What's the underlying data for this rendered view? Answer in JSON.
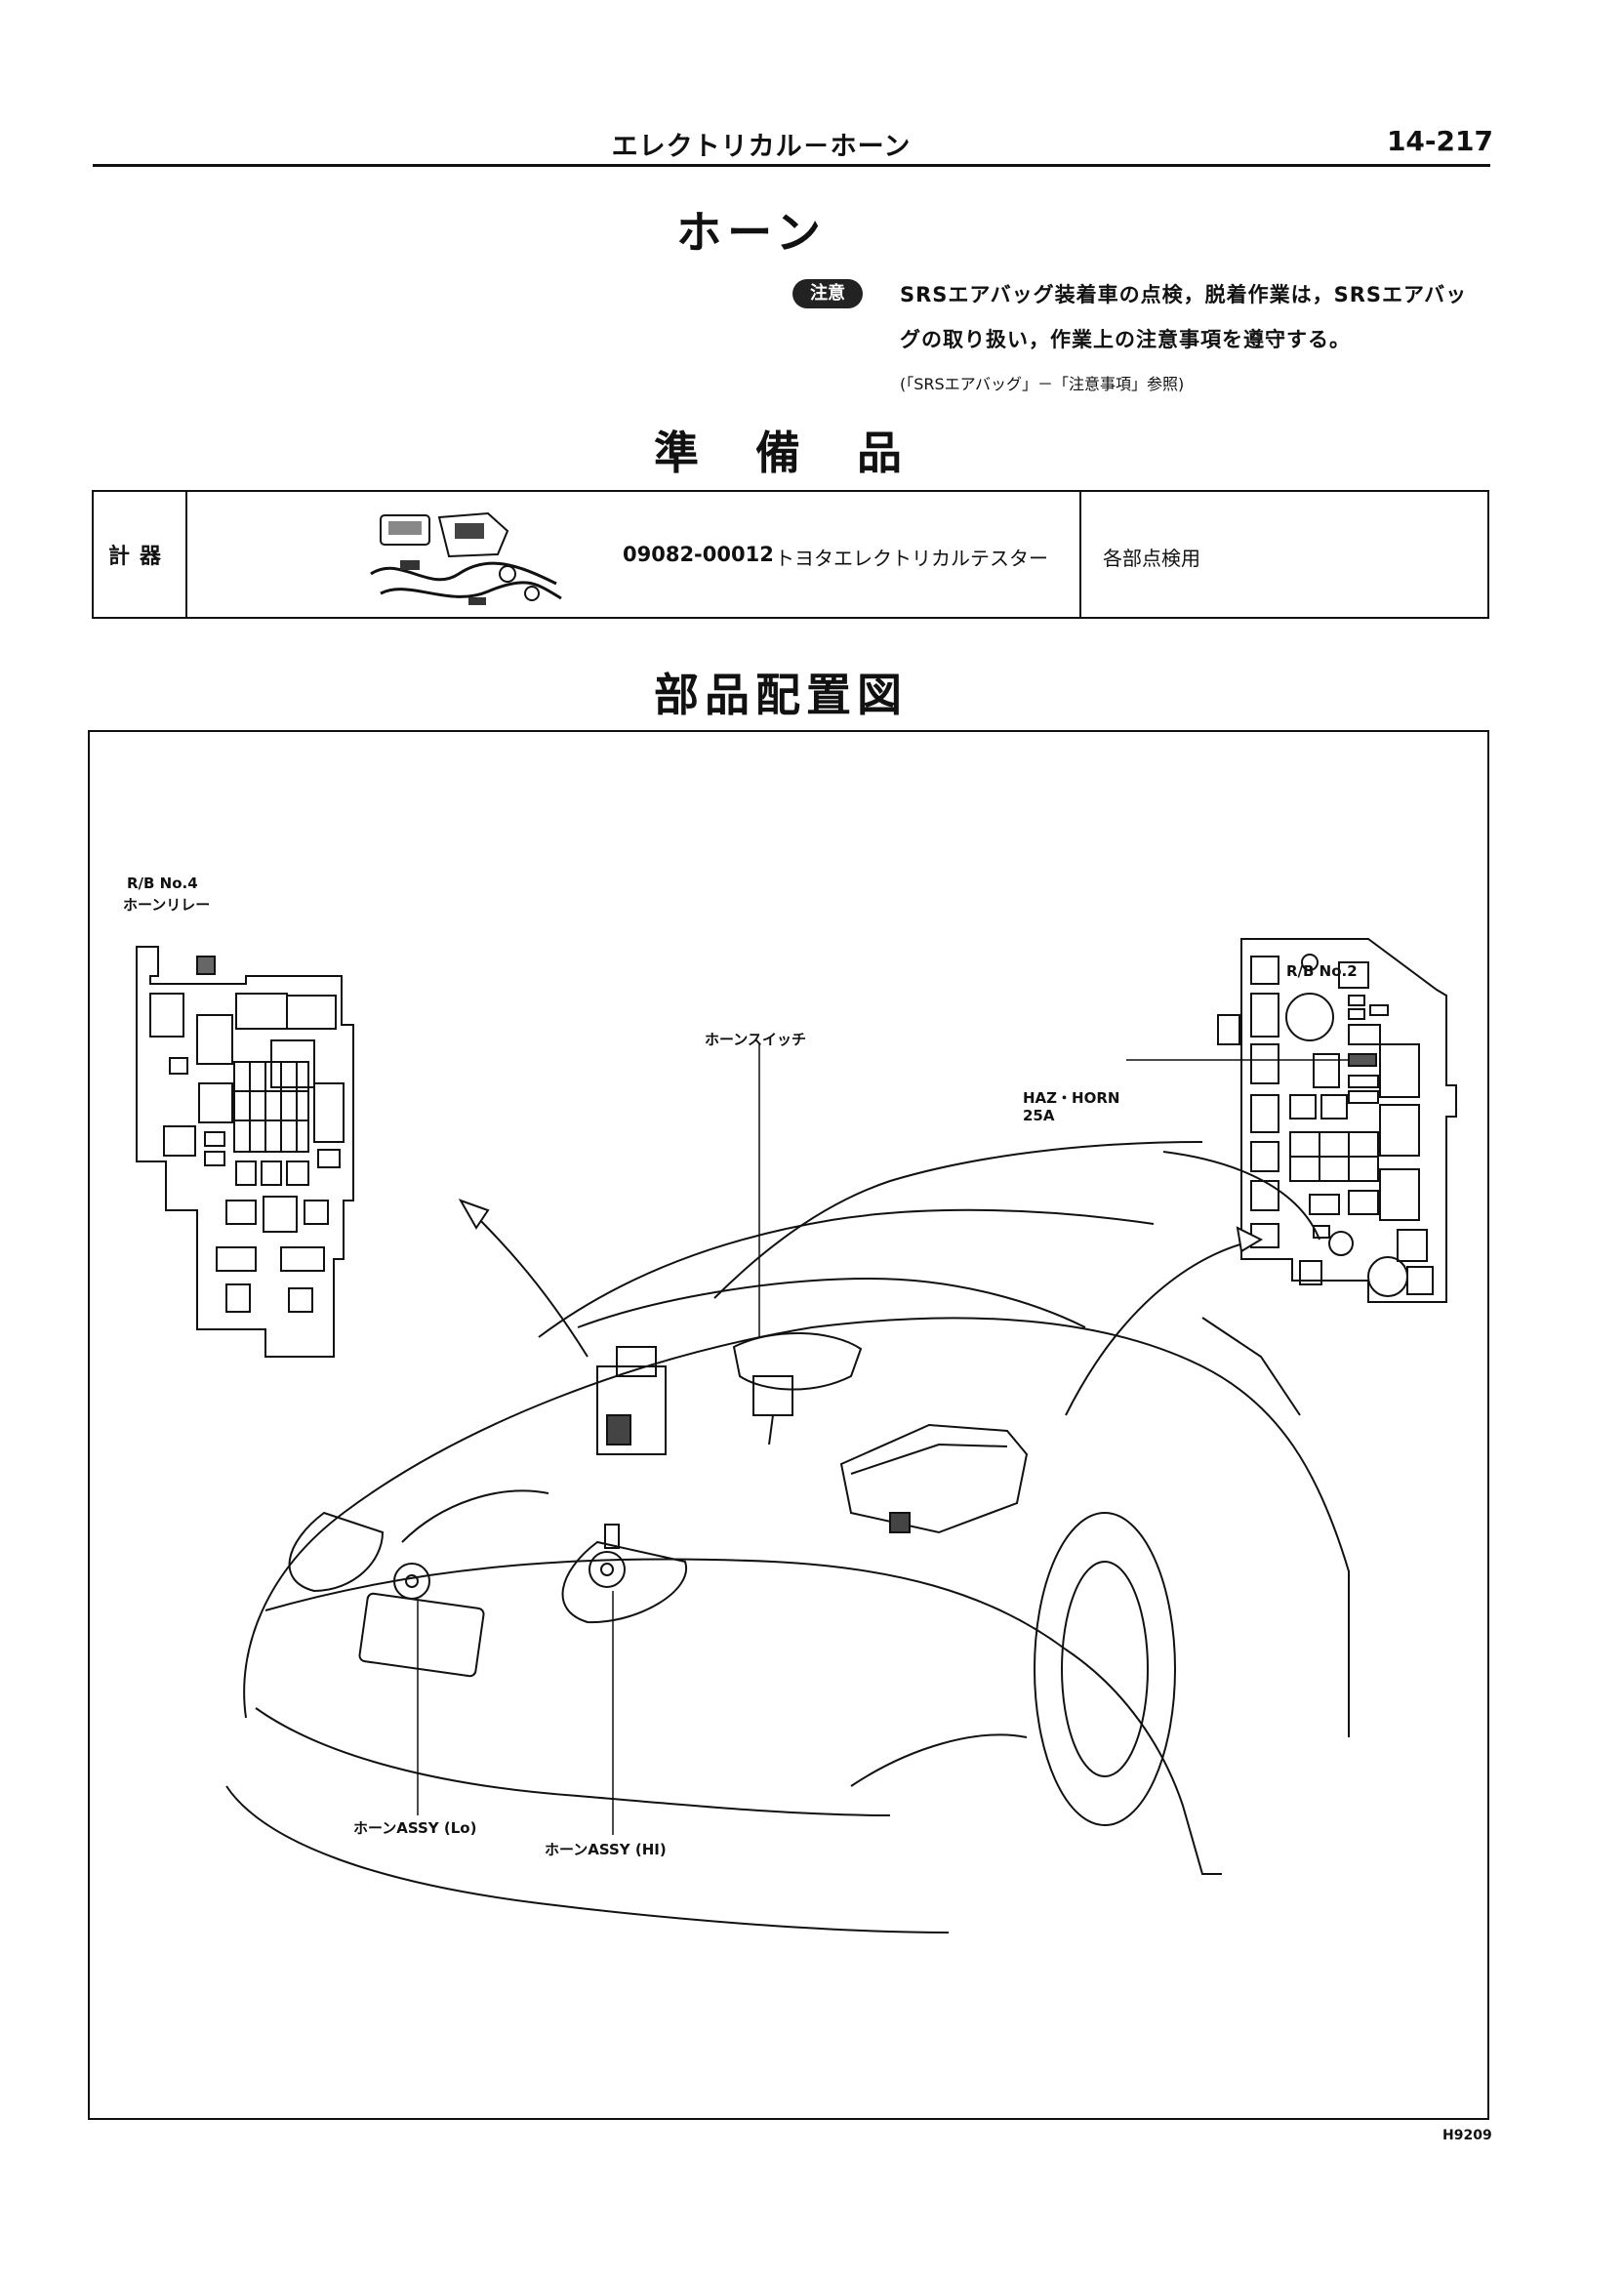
{
  "header": {
    "title": "エレクトリカル－ホーン",
    "page_number": "14-217"
  },
  "section_title": "ホーン",
  "caution": {
    "badge": "注意",
    "line1": "SRSエアバッグ装着車の点検，脱着作業は，SRSエアバッ",
    "line2": "グの取り扱い，作業上の注意事項を遵守する。",
    "reference": "(「SRSエアバッグ」－「注意事項」参照)"
  },
  "preparation": {
    "title": "準　備　品",
    "rows": [
      {
        "category": "計器",
        "part_number": "09082-00012",
        "tool_name": "トヨタエレクトリカルテスター",
        "usage": "各部点検用"
      }
    ]
  },
  "layout_diagram": {
    "title": "部品配置図",
    "labels": {
      "rb4": "R/B No.4",
      "horn_relay": "ホーンリレー",
      "rb2": "R/B No.2",
      "horn_switch": "ホーンスイッチ",
      "haz_horn": "HAZ・HORN",
      "fuse_amp": "25A",
      "horn_lo": "ホーンASSY (Lo)",
      "horn_hi": "ホーンASSY (HI)"
    },
    "figure_id": "H9209"
  }
}
